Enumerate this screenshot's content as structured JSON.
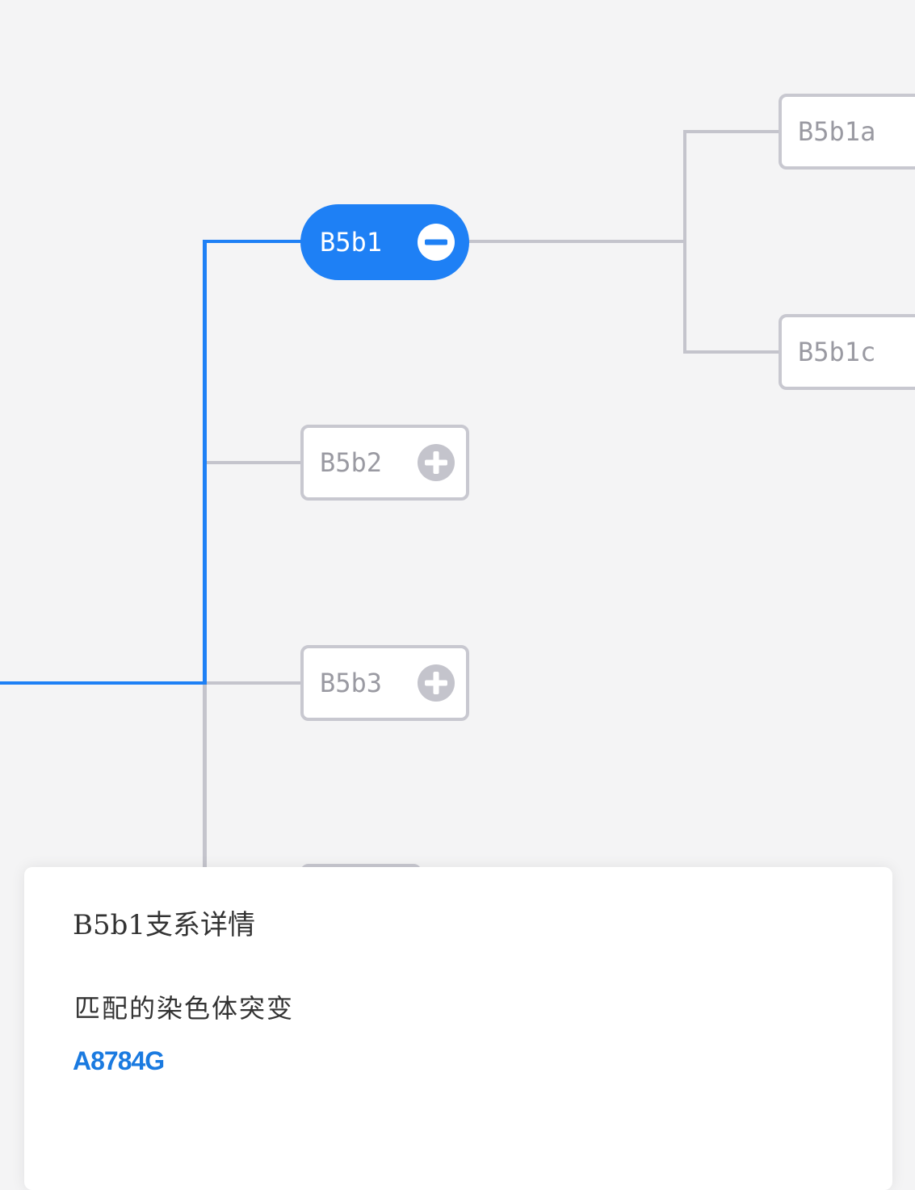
{
  "tree": {
    "nodes": [
      {
        "label": "B5b1",
        "state": "expanded",
        "active": true
      },
      {
        "label": "B5b2",
        "state": "collapsed"
      },
      {
        "label": "B5b3",
        "state": "collapsed"
      },
      {
        "label": "B5b1a"
      },
      {
        "label": "B5b1c"
      }
    ]
  },
  "panel": {
    "title": "B5b1支系详情",
    "mutation_label": "匹配的染色体突变",
    "mutation_value": "A8784G"
  },
  "colors": {
    "accent": "#1e80f5",
    "line": "#c4c4cc"
  }
}
